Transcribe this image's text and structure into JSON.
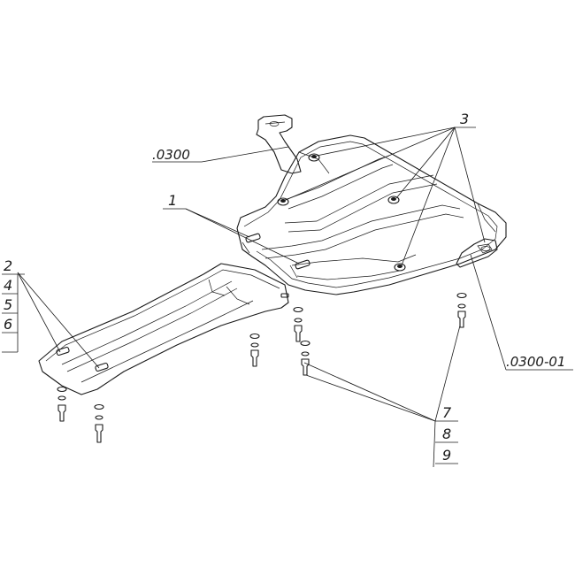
{
  "callouts": {
    "part_0300": ".0300",
    "part_0300_01": ".0300-01",
    "item_1": "1",
    "item_2": "2",
    "item_3": "3",
    "item_4": "4",
    "item_5": "5",
    "item_6": "6",
    "item_7": "7",
    "item_8": "8",
    "item_9": "9"
  },
  "colors": {
    "ink": "#1a1a1a",
    "paper": "#ffffff"
  }
}
